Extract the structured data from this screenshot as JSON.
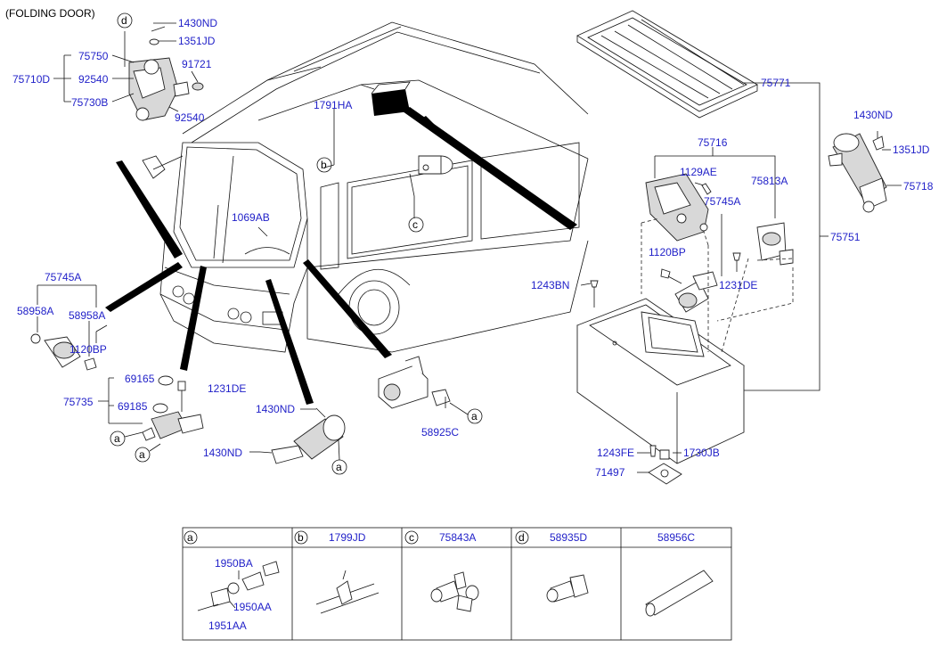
{
  "title": "(FOLDING DOOR)",
  "labels": {
    "l_1430ND_top": "1430ND",
    "l_1351JD_top": "1351JD",
    "l_75750": "75750",
    "l_92540_a": "92540",
    "l_75710D": "75710D",
    "l_91721": "91721",
    "l_75730B": "75730B",
    "l_92540_b": "92540",
    "l_1791HA": "1791HA",
    "l_1069AB": "1069AB",
    "l_75745A_left": "75745A",
    "l_58958A_1": "58958A",
    "l_58958A_2": "58958A",
    "l_1120BP_left": "1120BP",
    "l_75735": "75735",
    "l_69165": "69165",
    "l_69185": "69185",
    "l_1231DE_left": "1231DE",
    "l_1430ND_mid": "1430ND",
    "l_1430ND_low": "1430ND",
    "l_58925C": "58925C",
    "l_75771": "75771",
    "l_75716": "75716",
    "l_1129AE": "1129AE",
    "l_75813A": "75813A",
    "l_75745A_right": "75745A",
    "l_1120BP_right": "1120BP",
    "l_1231DE_right": "1231DE",
    "l_1243BN": "1243BN",
    "l_75751": "75751",
    "l_1430ND_right": "1430ND",
    "l_1351JD_right": "1351JD",
    "l_75718": "75718",
    "l_1243FE": "1243FE",
    "l_1730JB": "1730JB",
    "l_71497": "71497"
  },
  "callouts": {
    "a": "a",
    "b": "b",
    "c": "c",
    "d": "d"
  },
  "legend_table": {
    "headers": [
      {
        "circle": "a",
        "part": ""
      },
      {
        "circle": "b",
        "part": "1799JD"
      },
      {
        "circle": "c",
        "part": "75843A"
      },
      {
        "circle": "d",
        "part": "58935D"
      },
      {
        "circle": "",
        "part": "58956C"
      }
    ],
    "cell_a_labels": {
      "1950BA": "1950BA",
      "1950AA": "1950AA",
      "1951AA": "1951AA"
    }
  },
  "colors": {
    "label_blue": "#1f1fc8",
    "line": "#111111",
    "harness": "#000000"
  }
}
